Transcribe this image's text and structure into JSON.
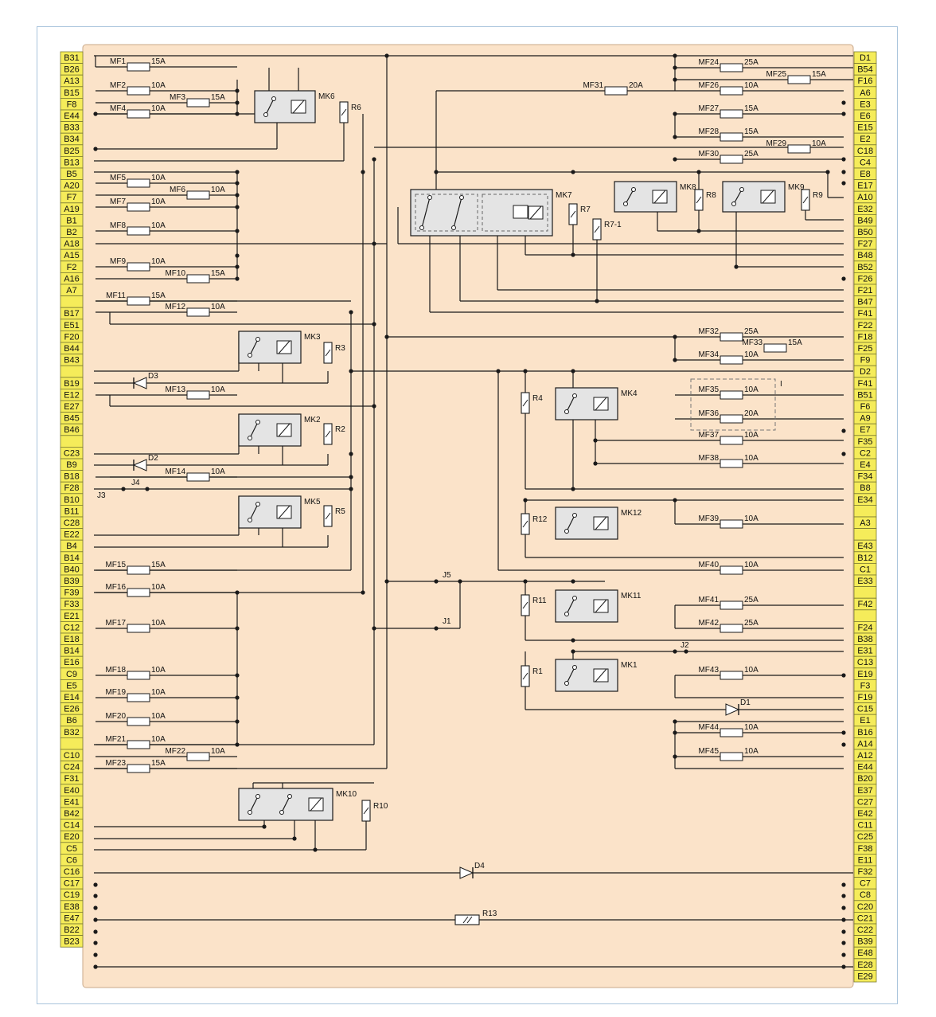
{
  "colors": {
    "board": "#fbe3c9",
    "pin_fill": "#f5ec5a",
    "wire": "#1a1a1a",
    "relay_fill": "#e4e4e4",
    "frame": "#a9c4dc"
  },
  "left_pins": [
    "B31",
    "B26",
    "A13",
    "B15",
    "F8",
    "E44",
    "B33",
    "B34",
    "B25",
    "B13",
    "B5",
    "A20",
    "F7",
    "A19",
    "B1",
    "B2",
    "A18",
    "A15",
    "F2",
    "A16",
    "A7",
    "",
    "B17",
    "E51",
    "F20",
    "B44",
    "B43",
    "",
    "B19",
    "E12",
    "E27",
    "B45",
    "B46",
    "",
    "C23",
    "B9",
    "B18",
    "F28",
    "B10",
    "B11",
    "C28",
    "E22",
    "B4",
    "B14",
    "B40",
    "B39",
    "F39",
    "F33",
    "E21",
    "C12",
    "E18",
    "B14",
    "E16",
    "C9",
    "E5",
    "E14",
    "E26",
    "B6",
    "B32",
    "",
    "C10",
    "C24",
    "F31",
    "E40",
    "E41",
    "B42",
    "C14",
    "E20",
    "C5",
    "C6",
    "C16",
    "C17",
    "C19",
    "E38",
    "E47",
    "B22",
    "B23"
  ],
  "right_pins": [
    "D1",
    "B54",
    "F16",
    "A6",
    "E3",
    "E6",
    "E15",
    "E2",
    "C18",
    "C4",
    "E8",
    "E17",
    "A10",
    "E32",
    "B49",
    "B50",
    "F27",
    "B48",
    "B52",
    "F26",
    "F21",
    "B47",
    "F41",
    "F22",
    "F18",
    "F25",
    "F9",
    "D2",
    "F41",
    "B51",
    "F6",
    "A9",
    "E7",
    "F35",
    "C2",
    "E4",
    "F34",
    "B8",
    "E34",
    "",
    "A3",
    "",
    "E43",
    "B12",
    "C1",
    "E33",
    "",
    "F42",
    "",
    "F24",
    "B38",
    "E31",
    "C13",
    "E19",
    "F3",
    "F19",
    "C15",
    "E1",
    "B16",
    "A14",
    "A12",
    "E44",
    "B20",
    "E37",
    "C27",
    "E42",
    "C11",
    "C25",
    "F38",
    "E11",
    "F32",
    "C7",
    "C8",
    "C20",
    "C21",
    "C22",
    "B39",
    "E48",
    "E28",
    "E29"
  ],
  "left_fuses": [
    {
      "name": "MF1",
      "amp": "15A"
    },
    {
      "name": "MF2",
      "amp": "10A"
    },
    {
      "name": "MF3",
      "amp": "15A"
    },
    {
      "name": "MF4",
      "amp": "10A"
    },
    {
      "name": "MF5",
      "amp": "10A"
    },
    {
      "name": "MF6",
      "amp": "10A"
    },
    {
      "name": "MF7",
      "amp": "10A"
    },
    {
      "name": "MF8",
      "amp": "10A"
    },
    {
      "name": "MF9",
      "amp": "10A"
    },
    {
      "name": "MF10",
      "amp": "15A"
    },
    {
      "name": "MF11",
      "amp": "15A"
    },
    {
      "name": "MF12",
      "amp": "10A"
    },
    {
      "name": "MF13",
      "amp": "10A"
    },
    {
      "name": "MF14",
      "amp": "10A"
    },
    {
      "name": "MF15",
      "amp": "15A"
    },
    {
      "name": "MF16",
      "amp": "10A"
    },
    {
      "name": "MF17",
      "amp": "10A"
    },
    {
      "name": "MF18",
      "amp": "10A"
    },
    {
      "name": "MF19",
      "amp": "10A"
    },
    {
      "name": "MF20",
      "amp": "10A"
    },
    {
      "name": "MF21",
      "amp": "10A"
    },
    {
      "name": "MF22",
      "amp": "10A"
    },
    {
      "name": "MF23",
      "amp": "15A"
    }
  ],
  "right_fuses": [
    {
      "name": "MF24",
      "amp": "25A"
    },
    {
      "name": "MF25",
      "amp": "15A"
    },
    {
      "name": "MF26",
      "amp": "10A"
    },
    {
      "name": "MF31",
      "amp": "20A"
    },
    {
      "name": "MF27",
      "amp": "15A"
    },
    {
      "name": "MF28",
      "amp": "15A"
    },
    {
      "name": "MF29",
      "amp": "10A"
    },
    {
      "name": "MF30",
      "amp": "25A"
    },
    {
      "name": "MF32",
      "amp": "25A"
    },
    {
      "name": "MF33",
      "amp": "15A"
    },
    {
      "name": "MF34",
      "amp": "10A"
    },
    {
      "name": "MF35",
      "amp": "10A"
    },
    {
      "name": "MF36",
      "amp": "20A"
    },
    {
      "name": "MF37",
      "amp": "10A"
    },
    {
      "name": "MF38",
      "amp": "10A"
    },
    {
      "name": "MF39",
      "amp": "10A"
    },
    {
      "name": "MF40",
      "amp": "10A"
    },
    {
      "name": "MF41",
      "amp": "25A"
    },
    {
      "name": "MF42",
      "amp": "25A"
    },
    {
      "name": "MF43",
      "amp": "10A"
    },
    {
      "name": "MF44",
      "amp": "10A"
    },
    {
      "name": "MF45",
      "amp": "10A"
    }
  ],
  "relays": [
    "MK6",
    "MK3",
    "MK2",
    "MK5",
    "MK10",
    "MK7",
    "MK8",
    "MK9",
    "MK4",
    "MK12",
    "MK11",
    "MK1"
  ],
  "resistors": [
    "R6",
    "R3",
    "R2",
    "R5",
    "R10",
    "R7",
    "R7-1",
    "R8",
    "R9",
    "R4",
    "R12",
    "R11",
    "R1",
    "R13"
  ],
  "diodes": [
    "D3",
    "D2",
    "D1",
    "D4"
  ],
  "jumpers": [
    "J4",
    "J3",
    "J5",
    "J1",
    "J2"
  ],
  "group_label": "I"
}
